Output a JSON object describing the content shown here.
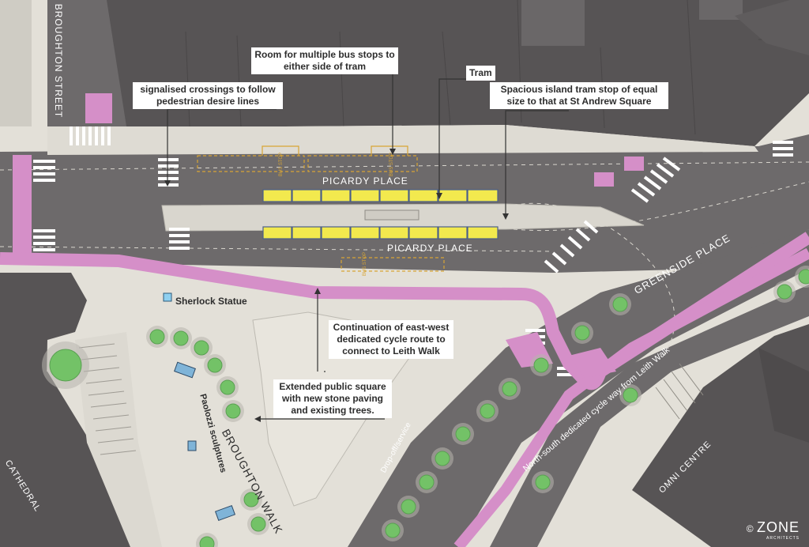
{
  "streets": {
    "broughton_street": "BROUGHTON STREET",
    "picardy_place_north": "PICARDY PLACE",
    "picardy_place_south": "PICARDY PLACE",
    "greenside_place": "GREENSIDE PLACE",
    "broughton_walk": "BROUGHTON WALK",
    "cathedral": "CATHEDRAL",
    "omni_centre": "OMNI CENTRE",
    "drop_off": "Drop-off/service"
  },
  "callouts": {
    "bus_stops": "Room for multiple bus stops to either side of tram",
    "crossings": "signalised crossings to follow pedestrian desire lines",
    "tram": "Tram",
    "island_stop": "Spacious island tram stop of equal size to that at St Andrew Square",
    "cycle_route": "Continuation of east-west dedicated cycle route to connect to Leith Walk",
    "public_square": "Extended public square with new stone paving and existing trees.",
    "sherlock": "Sherlock Statue",
    "paolozzi": "Paolozzi sculptures",
    "cycle_way": "North-south dedicated cycle way from Leith Walk"
  },
  "bus_stop_marking": "BUS STOP",
  "copyright": {
    "symbol": "©",
    "brand": "ZONE",
    "sub": "ARCHITECTS"
  },
  "colors": {
    "building": "#575455",
    "road": "#6d6a6b",
    "pavement": "#dedbd3",
    "cycle": "#d58fc8",
    "tram_car": "#f2e94e",
    "tree": "#73c267"
  }
}
